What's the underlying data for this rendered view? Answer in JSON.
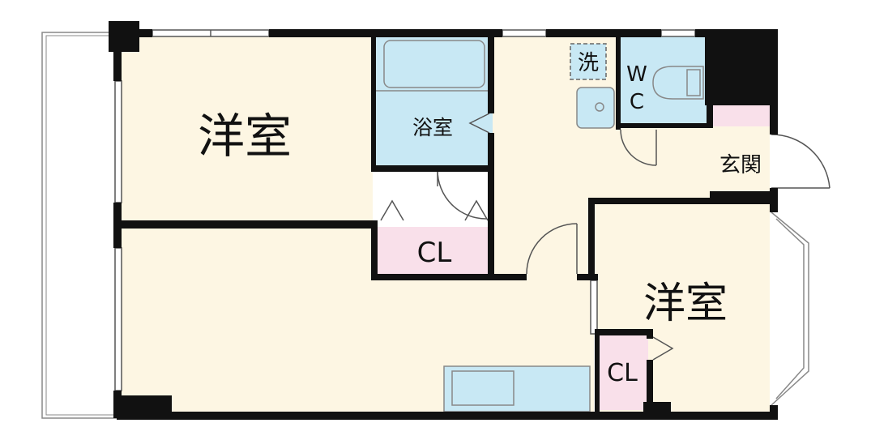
{
  "rooms": {
    "western_room_1": {
      "label": "洋室"
    },
    "bathroom": {
      "label": "浴室"
    },
    "closet_1": {
      "label": "CL"
    },
    "washer": {
      "label": "洗"
    },
    "toilet": {
      "label_line1": "W",
      "label_line2": "C"
    },
    "entrance": {
      "label": "玄関"
    },
    "western_room_2": {
      "label": "洋室"
    },
    "closet_2": {
      "label": "CL"
    }
  },
  "colors": {
    "room_fill": "#fdf6e3",
    "wet_area_fill": "#c8e8f4",
    "closet_fill": "#f9e0ea",
    "wall": "#111111"
  }
}
